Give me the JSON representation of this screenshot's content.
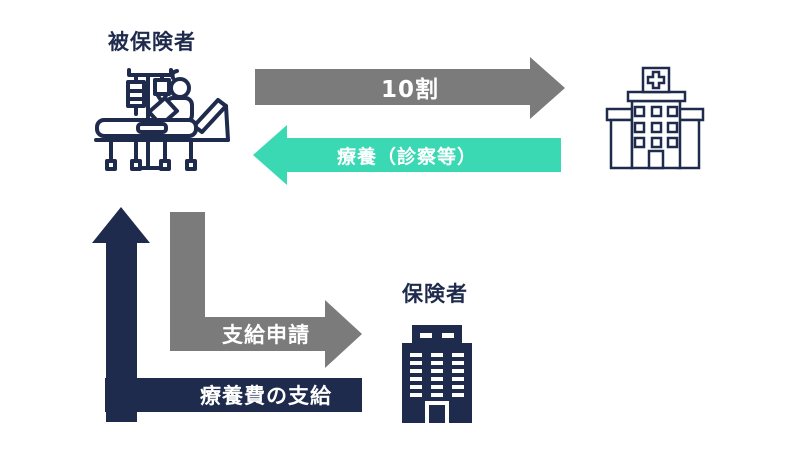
{
  "diagram": {
    "background": "#ffffff",
    "colors": {
      "navy": "#1f2b4d",
      "gray": "#7b7b7b",
      "teal": "#3bd8b4",
      "arrow_text": "#ffffff"
    },
    "actors": {
      "insured": {
        "label": "被保険者",
        "icon": "patient-in-hospital-bed-icon"
      },
      "hospital": {
        "icon": "hospital-building-icon"
      },
      "insurer": {
        "label": "保険者",
        "icon": "office-building-icon"
      }
    },
    "flows": {
      "full_payment": {
        "label": "10割",
        "color": "gray",
        "direction": "right"
      },
      "treatment": {
        "label": "療養（診察等）",
        "color": "teal",
        "direction": "left"
      },
      "application": {
        "label": "支給申請",
        "color": "gray",
        "direction": "down-then-right"
      },
      "reimbursement": {
        "label": "療養費の支給",
        "color": "navy",
        "direction": "left-then-up"
      }
    }
  }
}
